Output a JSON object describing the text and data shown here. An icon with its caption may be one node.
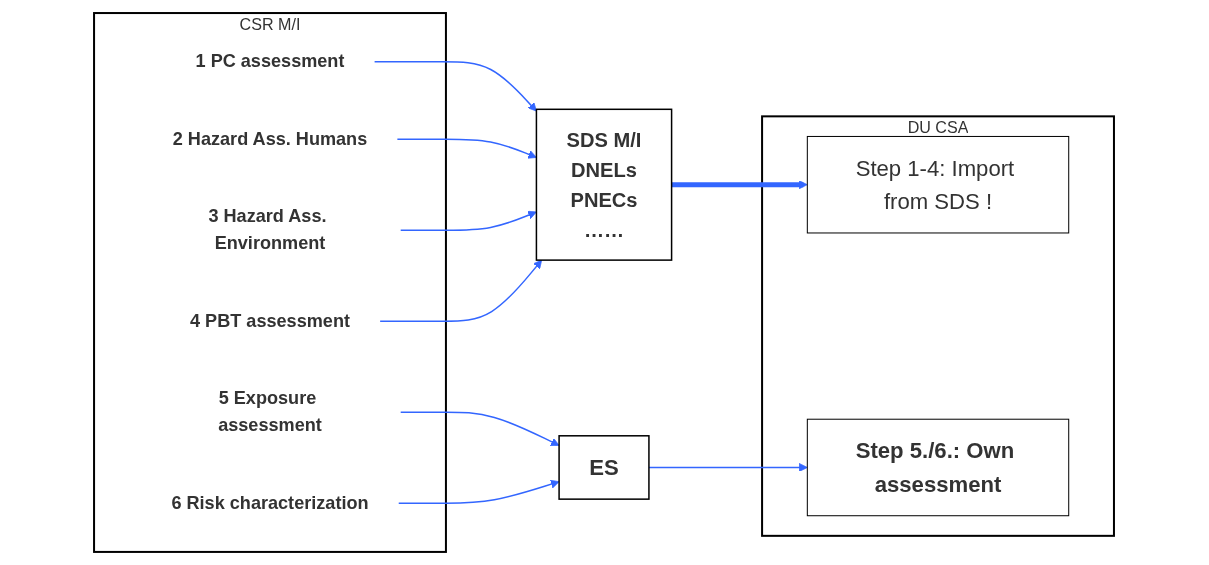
{
  "diagram": {
    "nodes": [
      {
        "text": [
          "CSR M/I"
        ]
      },
      {
        "text": [
          "1 PC assessment"
        ],
        "in": 0
      },
      {
        "text": [
          "2 Hazard Ass. Humans"
        ],
        "in": 0
      },
      {
        "text": [
          "3 Hazard Ass. Environment"
        ],
        "in": 0
      },
      {
        "text": [
          "4 PBT assessment"
        ],
        "in": 0
      },
      {
        "text": [
          "5 Exposure assessment"
        ],
        "in": 0
      },
      {
        "text": [
          "6 Risk characterization"
        ],
        "in": 0
      },
      {
        "text": [
          "SDS M/I",
          "DNELs",
          "PNECs",
          "……"
        ]
      },
      {
        "text": [
          "ES"
        ]
      },
      {
        "text": [
          "DU CSA"
        ]
      },
      {
        "text": [
          "Step 1-4: Import from SDS !"
        ],
        "in": 9
      },
      {
        "text": [
          "Step 5./6.: Own assessment"
        ],
        "in": 9
      }
    ],
    "edges": [
      {
        "from": 1,
        "to": 7,
        "arrow": "to"
      },
      {
        "from": 2,
        "to": 7,
        "arrow": "to"
      },
      {
        "from": 3,
        "to": 7,
        "arrow": "to"
      },
      {
        "from": 4,
        "to": 7,
        "arrow": "to"
      },
      {
        "from": 5,
        "to": 8,
        "arrow": "to"
      },
      {
        "from": 6,
        "to": 8,
        "arrow": "to"
      },
      {
        "from": 7,
        "to": 10,
        "arrow": "to",
        "style": "thick"
      },
      {
        "from": 8,
        "to": 11,
        "arrow": "to"
      }
    ]
  }
}
